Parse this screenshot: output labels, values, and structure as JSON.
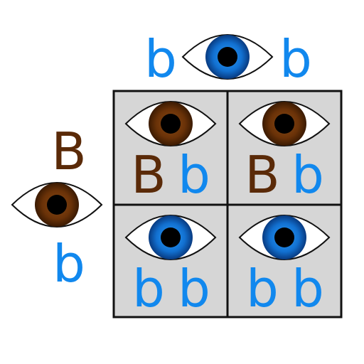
{
  "colors": {
    "brown": "#5a2a08",
    "blue": "#1188ee",
    "cell_fill": "#d6d6d6",
    "grid_stroke": "#111111"
  },
  "top_parent": {
    "eye_color": "blue",
    "alleles": [
      {
        "letter": "b",
        "color": "blue"
      },
      {
        "letter": "b",
        "color": "blue"
      }
    ]
  },
  "left_parent": {
    "eye_color": "brown",
    "alleles": [
      {
        "letter": "B",
        "color": "brown"
      },
      {
        "letter": "b",
        "color": "blue"
      }
    ]
  },
  "cells": [
    {
      "eye_color": "brown",
      "alleles": [
        {
          "letter": "B",
          "color": "brown"
        },
        {
          "letter": "b",
          "color": "blue"
        }
      ]
    },
    {
      "eye_color": "brown",
      "alleles": [
        {
          "letter": "B",
          "color": "brown"
        },
        {
          "letter": "b",
          "color": "blue"
        }
      ]
    },
    {
      "eye_color": "blue",
      "alleles": [
        {
          "letter": "b",
          "color": "blue"
        },
        {
          "letter": "b",
          "color": "blue"
        }
      ]
    },
    {
      "eye_color": "blue",
      "alleles": [
        {
          "letter": "b",
          "color": "blue"
        },
        {
          "letter": "b",
          "color": "blue"
        }
      ]
    }
  ]
}
